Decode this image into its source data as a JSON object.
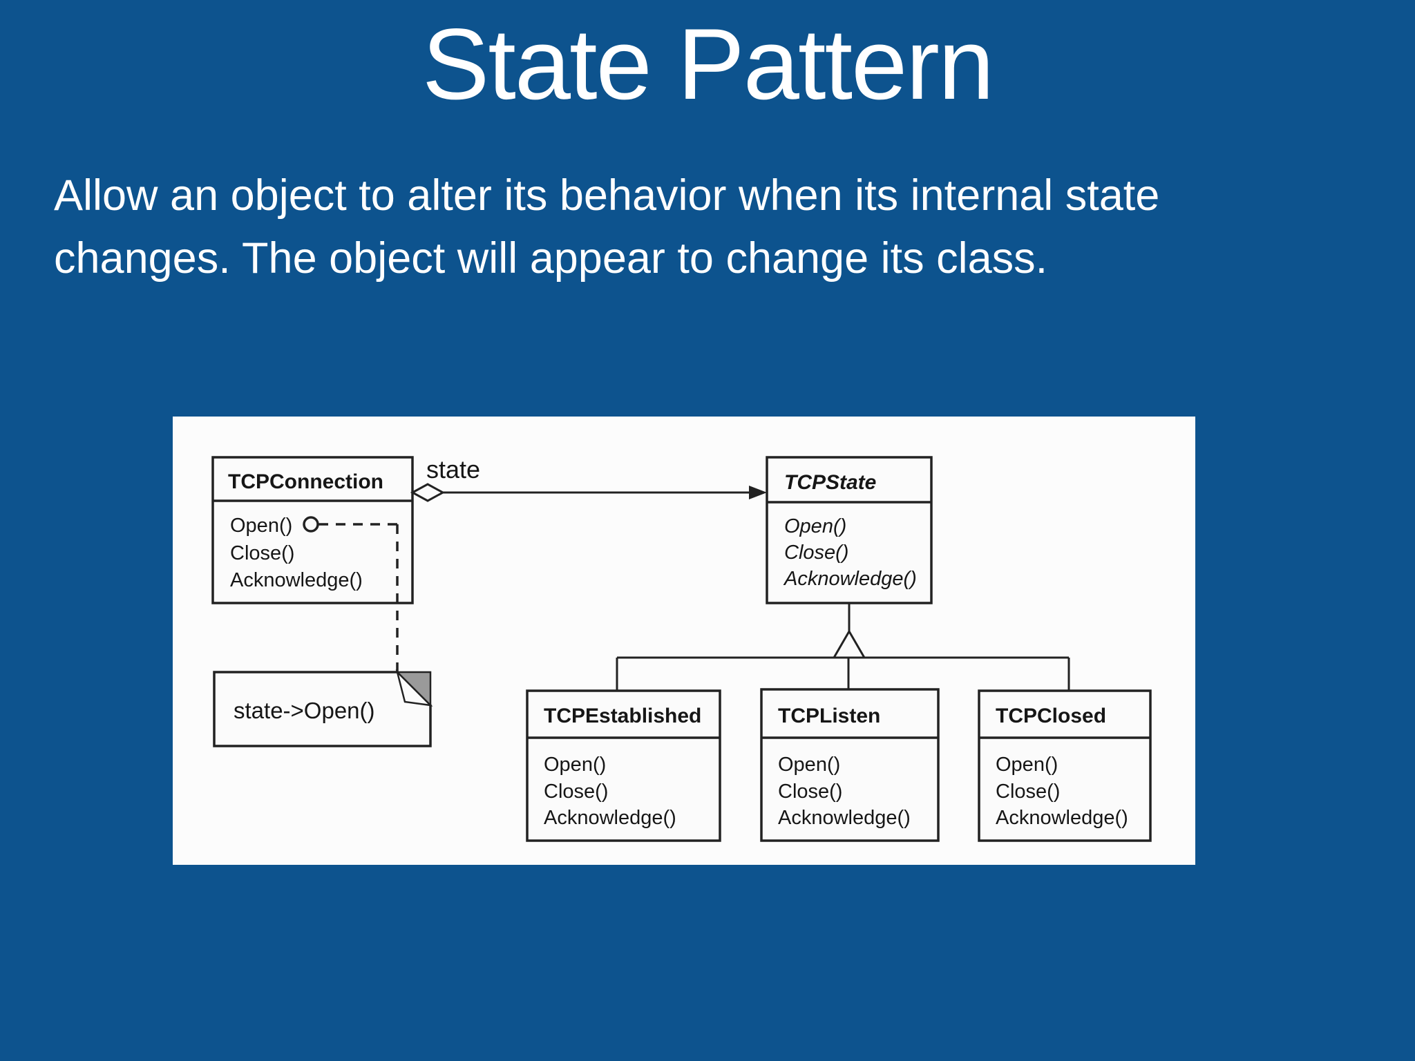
{
  "slide": {
    "title": "State Pattern",
    "description_lines": [
      "Allow an object to alter its behavior when its internal state",
      "changes. The object will appear to change its class."
    ]
  },
  "diagram": {
    "association_label": "state",
    "note_text": "state->Open()",
    "classes": [
      {
        "name": "TCPConnection",
        "methods": [
          "Open()",
          "Close()",
          "Acknowledge()"
        ]
      },
      {
        "name": "TCPState",
        "methods": [
          "Open()",
          "Close()",
          "Acknowledge()"
        ]
      },
      {
        "name": "TCPEstablished",
        "methods": [
          "Open()",
          "Close()",
          "Acknowledge()"
        ]
      },
      {
        "name": "TCPListen",
        "methods": [
          "Open()",
          "Close()",
          "Acknowledge()"
        ]
      },
      {
        "name": "TCPClosed",
        "methods": [
          "Open()",
          "Close()",
          "Acknowledge()"
        ]
      }
    ],
    "colors": {
      "slide_background": "#0D538E",
      "panel_background": "#FCFCFC",
      "diagram_line": "#222222",
      "text": "#FFFFFF"
    }
  }
}
